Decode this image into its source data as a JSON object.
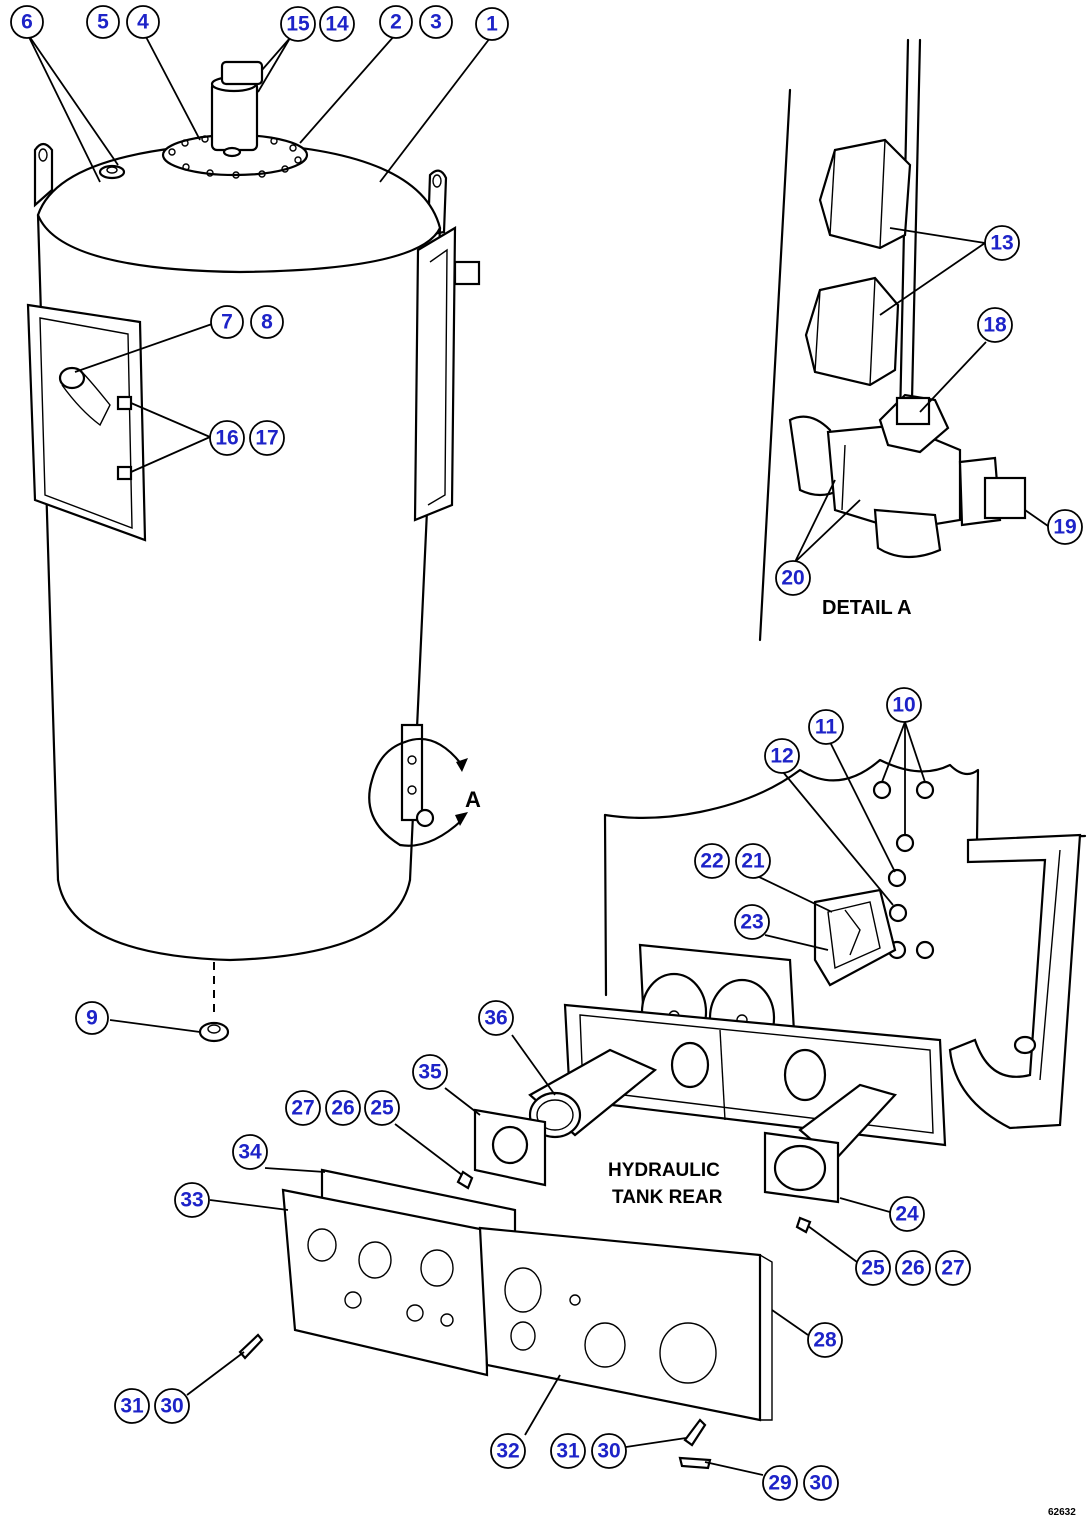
{
  "callouts": [
    "1",
    "2",
    "3",
    "4",
    "5",
    "6",
    "7",
    "8",
    "9",
    "10",
    "11",
    "12",
    "13",
    "14",
    "15",
    "16",
    "17",
    "18",
    "19",
    "20",
    "21",
    "22",
    "23",
    "24",
    "25",
    "26",
    "27",
    "28",
    "29",
    "30",
    "31",
    "32",
    "33",
    "34",
    "35",
    "36"
  ],
  "labels": {
    "detail_ref": "A",
    "detail_title": "DETAIL A",
    "hydraulic_line1": "HYDRAULIC",
    "hydraulic_line2": "TANK REAR",
    "drawing_number": "62632"
  },
  "colors": {
    "callout_text": "#1d23c8",
    "line": "#000000",
    "background": "#ffffff"
  }
}
